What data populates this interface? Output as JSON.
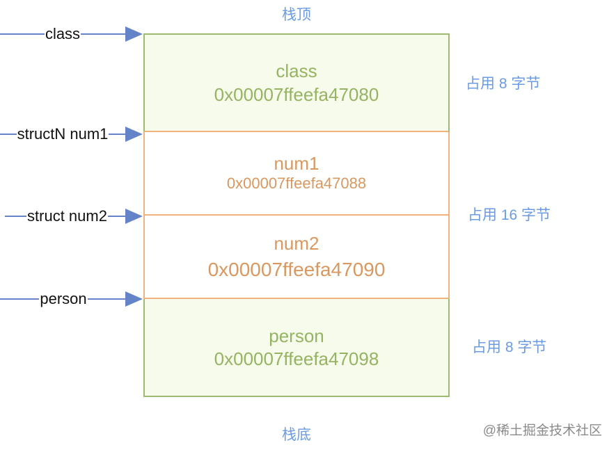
{
  "stack_top": "栈顶",
  "stack_bottom": "栈底",
  "segments": [
    {
      "label": "class",
      "address": "0x00007ffeefa47080"
    },
    {
      "label": "num1",
      "address": "0x00007ffeefa47088"
    },
    {
      "label": "num2",
      "address": "0x00007ffeefa47090"
    },
    {
      "label": "person",
      "address": "0x00007ffeefa47098"
    }
  ],
  "sizes": [
    "占用 8 字节",
    "占用 16 字节",
    "占用 8 字节"
  ],
  "pointers": [
    "class",
    "structN num1",
    "struct num2",
    "person"
  ],
  "watermark": "@稀土掘金技术社区",
  "colors": {
    "object_text": "#95b462",
    "object_border": "#9dbb6e",
    "object_fill": "#f7fbec",
    "struct_text": "#d9985f",
    "struct_border": "#f1b27d",
    "label_text": "#6b9be3",
    "arrow": "#6583c8",
    "pointer_text": "#111111",
    "watermark": "#8a8a8a"
  }
}
